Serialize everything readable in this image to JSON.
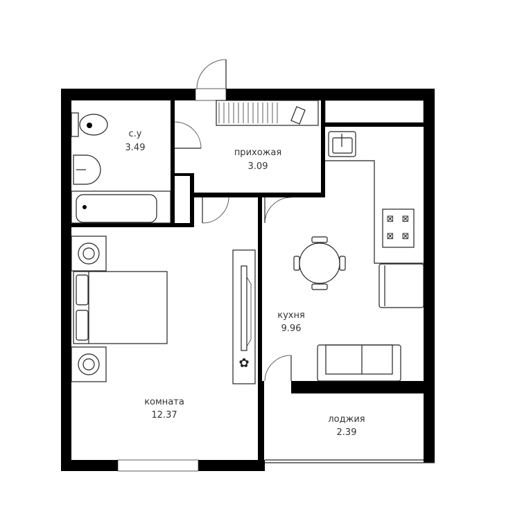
{
  "plan": {
    "rooms": [
      {
        "id": "bathroom",
        "name": "с.у",
        "area": "3.49"
      },
      {
        "id": "hallway",
        "name": "прихожая",
        "area": "3.09"
      },
      {
        "id": "kitchen",
        "name": "кухня",
        "area": "9.96"
      },
      {
        "id": "room",
        "name": "комната",
        "area": "12.37"
      },
      {
        "id": "loggia",
        "name": "лоджия",
        "area": "2.39"
      }
    ],
    "colors": {
      "wall": "#000000",
      "background": "#ffffff",
      "line": "#222222"
    }
  }
}
